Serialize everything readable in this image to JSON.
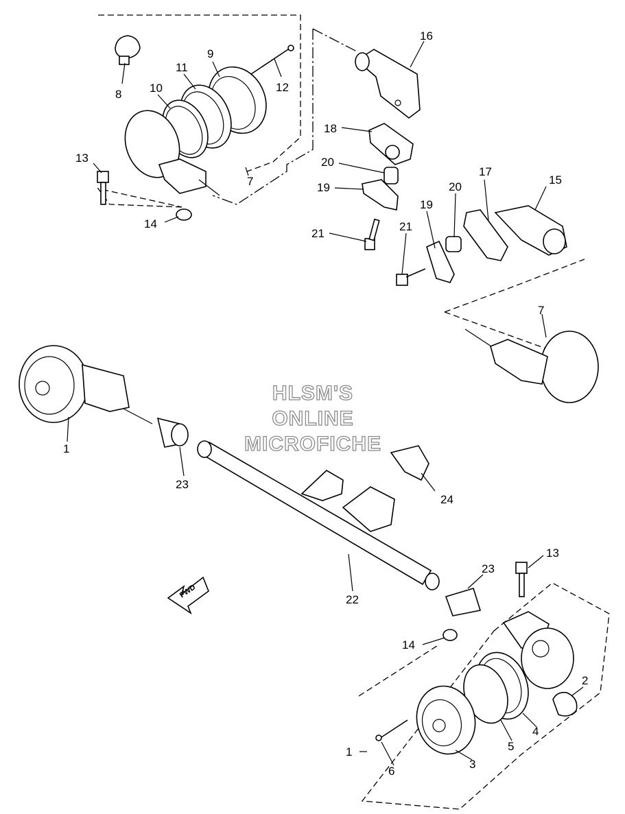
{
  "watermark": {
    "line1": "HLSM'S",
    "line2": "ONLINE",
    "line3": "MICROFICHE"
  },
  "direction_arrow": {
    "label": "FWD"
  },
  "callouts": {
    "c1a": "1",
    "c1b": "1",
    "c2": "2",
    "c3": "3",
    "c4": "4",
    "c5": "5",
    "c6": "6",
    "c7a": "7",
    "c7b": "7",
    "c8": "8",
    "c9": "9",
    "c10": "10",
    "c11": "11",
    "c12": "12",
    "c13a": "13",
    "c13b": "13",
    "c14a": "14",
    "c14b": "14",
    "c15": "15",
    "c16": "16",
    "c17": "17",
    "c18": "18",
    "c19a": "19",
    "c19b": "19",
    "c20a": "20",
    "c20b": "20",
    "c21a": "21",
    "c21b": "21",
    "c22": "22",
    "c23a": "23",
    "c23b": "23",
    "c24": "24"
  }
}
